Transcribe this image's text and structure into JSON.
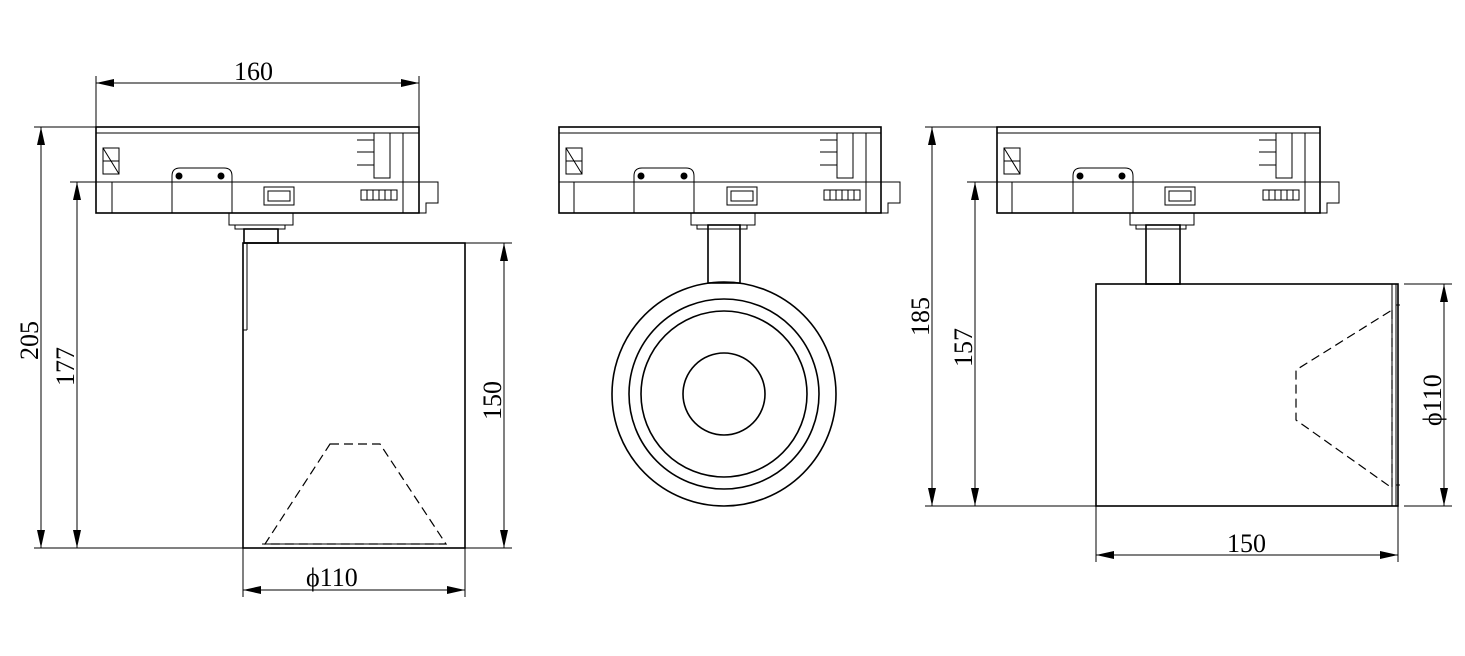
{
  "dimensions": {
    "left_width": "160",
    "left_total_height": "205",
    "left_housing_height": "177",
    "left_body_height": "150",
    "left_diameter": "ϕ110",
    "right_total_height": "185",
    "right_housing_height": "157",
    "right_diameter": "ϕ110",
    "right_length": "150"
  },
  "colors": {
    "line": "#000000",
    "background": "#ffffff"
  }
}
